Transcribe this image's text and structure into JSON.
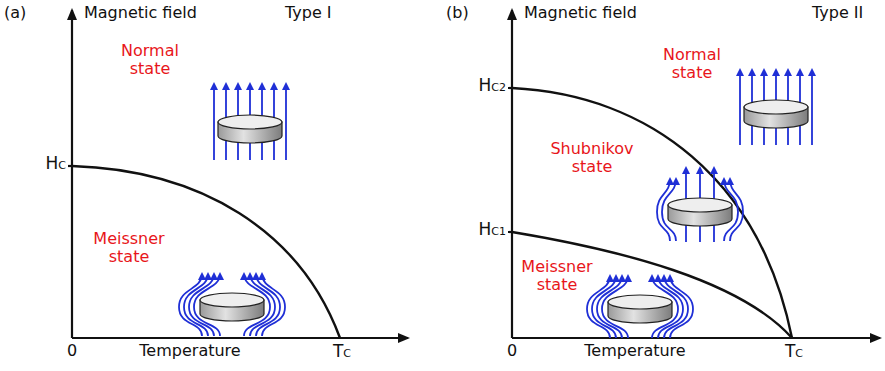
{
  "diagram": {
    "nodes": [
      {
        "text": [
          "Meissner state"
        ]
      },
      {
        "text": [
          "Shubnikov state"
        ]
      },
      {
        "text": [
          "Meissner state"
        ]
      }
    ],
    "labels": [
      "(a)",
      "Magnetic field",
      "Type I",
      "Normal state",
      "HC",
      "0",
      "Temperature",
      "TC",
      "(b)",
      "Magnetic field",
      "Type II",
      "Normal state",
      "HC2",
      "HC1",
      "0",
      "Temperature",
      "TC"
    ]
  }
}
